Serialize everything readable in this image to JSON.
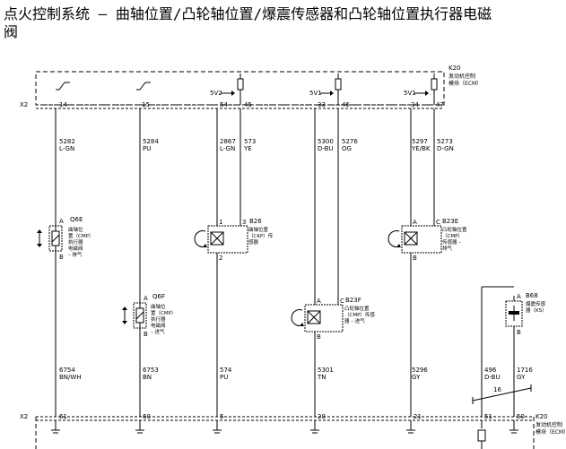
{
  "title": {
    "line1": "点火控制系统  –  曲轴位置/凸轮轴位置/爆震传感器和凸轮轴位置执行器电磁",
    "line2": "阀"
  },
  "ecm_top": {
    "ref": "K20",
    "name_l1": "发动机控制",
    "name_l2": "模块（ECM）",
    "connector": "X2"
  },
  "ecm_bottom": {
    "ref": "K20",
    "name_l1": "发动机控制",
    "name_l2": "模块（ECM）",
    "connector": "X2"
  },
  "top_pins": [
    "14",
    "15",
    "54",
    "45",
    "33",
    "46",
    "34",
    "47"
  ],
  "refs": {
    "r1": "5V2",
    "r2": "5V1",
    "r3": "5V1"
  },
  "top_wires": [
    {
      "circuit": "5282",
      "color": "L-GN"
    },
    {
      "circuit": "5284",
      "color": "PU"
    },
    {
      "circuit": "2867",
      "color": "L-GN"
    },
    {
      "circuit": "573",
      "color": "YE"
    },
    {
      "circuit": "5300",
      "color": "D-BU"
    },
    {
      "circuit": "5276",
      "color": "OG"
    },
    {
      "circuit": "5297",
      "color": "YE/BK"
    },
    {
      "circuit": "5273",
      "color": "D-GN"
    }
  ],
  "components": {
    "q6e": {
      "ref": "Q6E",
      "pin_a": "A",
      "pin_b": "B",
      "desc": [
        "曲轴位",
        "置（CMP）",
        "执行器",
        "电磁阀",
        "– 排气"
      ]
    },
    "q6f": {
      "ref": "Q6F",
      "pin_a": "A",
      "pin_b": "B",
      "desc": [
        "曲轴位",
        "置（CMP）",
        "执行器",
        "电磁阀",
        "– 进气"
      ]
    },
    "b26": {
      "ref": "B26",
      "pin_1": "1",
      "pin_3": "3",
      "pin_2": "2",
      "desc": [
        "曲轴位置",
        "（CKP）传",
        "感器"
      ]
    },
    "b23e": {
      "ref": "B23E",
      "pin_a": "A",
      "pin_c": "C",
      "pin_b": "B",
      "desc": [
        "凸轮轴位置",
        "（CMP）",
        "传感器 –",
        "排气"
      ]
    },
    "b23f": {
      "ref": "B23F",
      "pin_a": "A",
      "pin_c": "C",
      "pin_b": "B",
      "desc": [
        "凸轮轴位置",
        "（CMP）传感",
        "器 – 进气"
      ]
    },
    "b68": {
      "ref": "B68",
      "pin_a": "A",
      "pin_b": "B",
      "desc": [
        "爆震传感",
        "器（KS）"
      ]
    }
  },
  "bottom_wires": [
    {
      "circuit": "6754",
      "color": "BN/WH"
    },
    {
      "circuit": "6753",
      "color": "BN"
    },
    {
      "circuit": "574",
      "color": "PU"
    },
    {
      "circuit": "5301",
      "color": "TN"
    },
    {
      "circuit": "5296",
      "color": "GY"
    },
    {
      "circuit": "496",
      "color": "D-BU"
    },
    {
      "circuit": "1716",
      "color": "GY"
    }
  ],
  "shield_label": "16",
  "bottom_pins": [
    "61",
    "60",
    "5",
    "20",
    "21",
    "51",
    "50"
  ]
}
